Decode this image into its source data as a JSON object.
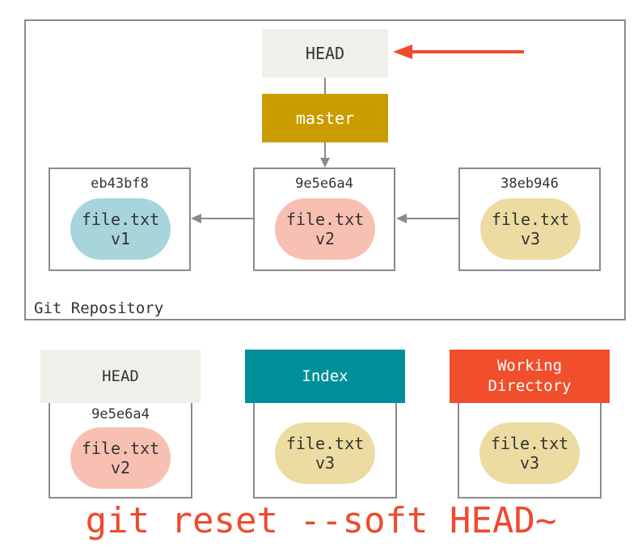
{
  "repository": {
    "label": "Git Repository",
    "head_label": "HEAD",
    "branch_label": "master",
    "commits": [
      {
        "sha": "eb43bf8",
        "file": "file.txt",
        "version": "v1",
        "color": "#a8d5dc"
      },
      {
        "sha": "9e5e6a4",
        "file": "file.txt",
        "version": "v2",
        "color": "#f8c0b2"
      },
      {
        "sha": "38eb946",
        "file": "file.txt",
        "version": "v3",
        "color": "#ecdca2"
      }
    ]
  },
  "trees": [
    {
      "title": "HEAD",
      "sha": "9e5e6a4",
      "file": "file.txt",
      "version": "v2",
      "header_color": "#f0efea"
    },
    {
      "title": "Index",
      "file": "file.txt",
      "version": "v3",
      "header_color": "#00909a"
    },
    {
      "title_line1": "Working",
      "title_line2": "Directory",
      "file": "file.txt",
      "version": "v3",
      "header_color": "#f14e2b"
    }
  ],
  "command": "git reset --soft HEAD~",
  "colors": {
    "arrow_highlight": "#ee4a2d",
    "arrow_gray": "#8a8a8a",
    "branch": "#c99d00"
  }
}
